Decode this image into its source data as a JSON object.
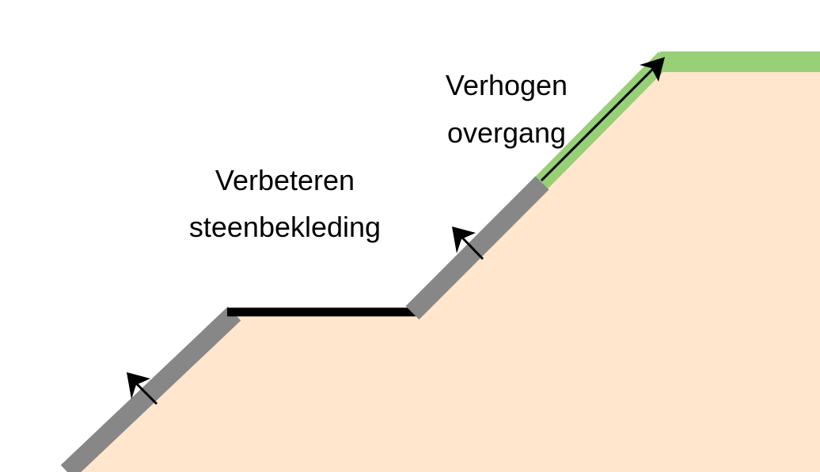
{
  "labels": {
    "improve_line1": "Verbeteren",
    "improve_line2": "steenbekleding",
    "raise_line1": "Verhogen",
    "raise_line2": "overgang"
  },
  "colors": {
    "soil": "#FFE6CC",
    "stone_revetment": "#878787",
    "berm": "#000000",
    "grass": "#97D077",
    "arrow": "#000000",
    "background": "#FFFFFF"
  }
}
